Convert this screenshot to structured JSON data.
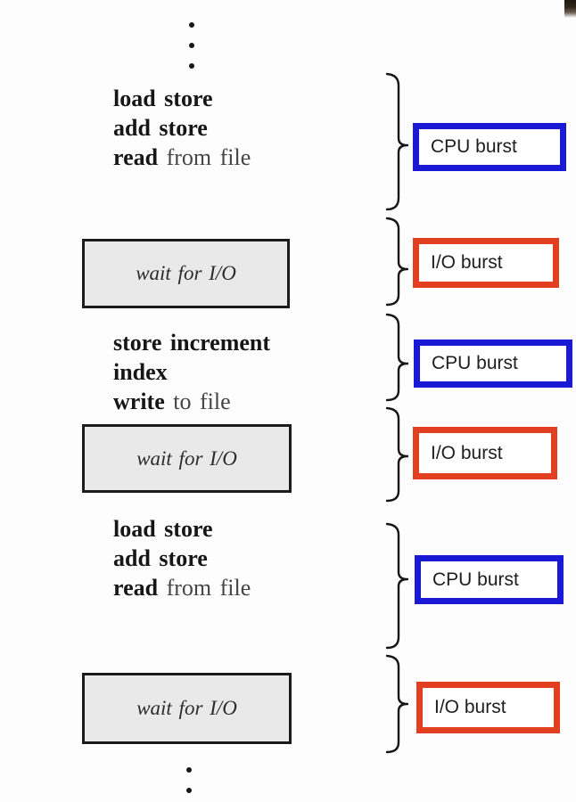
{
  "colors": {
    "cpu_burst_border": "#1a1ad6",
    "io_burst_border": "#e23f20",
    "wait_box_fill": "#e9e9e9",
    "wait_box_border": "#1c1c1c"
  },
  "ellipsis_top": {
    "dot_count": 3
  },
  "ellipsis_bottom": {
    "dot_count": 2
  },
  "code_blocks": [
    {
      "lines": [
        {
          "bold": "load store",
          "rest": ""
        },
        {
          "bold": "add store",
          "rest": ""
        },
        {
          "bold": "read",
          "rest": " from file"
        }
      ]
    },
    {
      "lines": [
        {
          "bold": "store increment",
          "rest": ""
        },
        {
          "bold": "index",
          "rest": ""
        },
        {
          "bold": "write",
          "rest": " to file"
        }
      ]
    },
    {
      "lines": [
        {
          "bold": "load store",
          "rest": ""
        },
        {
          "bold": "add store",
          "rest": ""
        },
        {
          "bold": "read",
          "rest": " from file"
        }
      ]
    }
  ],
  "wait_boxes": [
    {
      "label": "wait for I/O"
    },
    {
      "label": "wait for I/O"
    },
    {
      "label": "wait for I/O"
    }
  ],
  "burst_labels": [
    {
      "type": "cpu",
      "label": "CPU burst"
    },
    {
      "type": "io",
      "label": "I/O burst"
    },
    {
      "type": "cpu",
      "label": "CPU burst"
    },
    {
      "type": "io",
      "label": "I/O burst"
    },
    {
      "type": "cpu",
      "label": "CPU burst"
    },
    {
      "type": "io",
      "label": "I/O burst"
    }
  ]
}
